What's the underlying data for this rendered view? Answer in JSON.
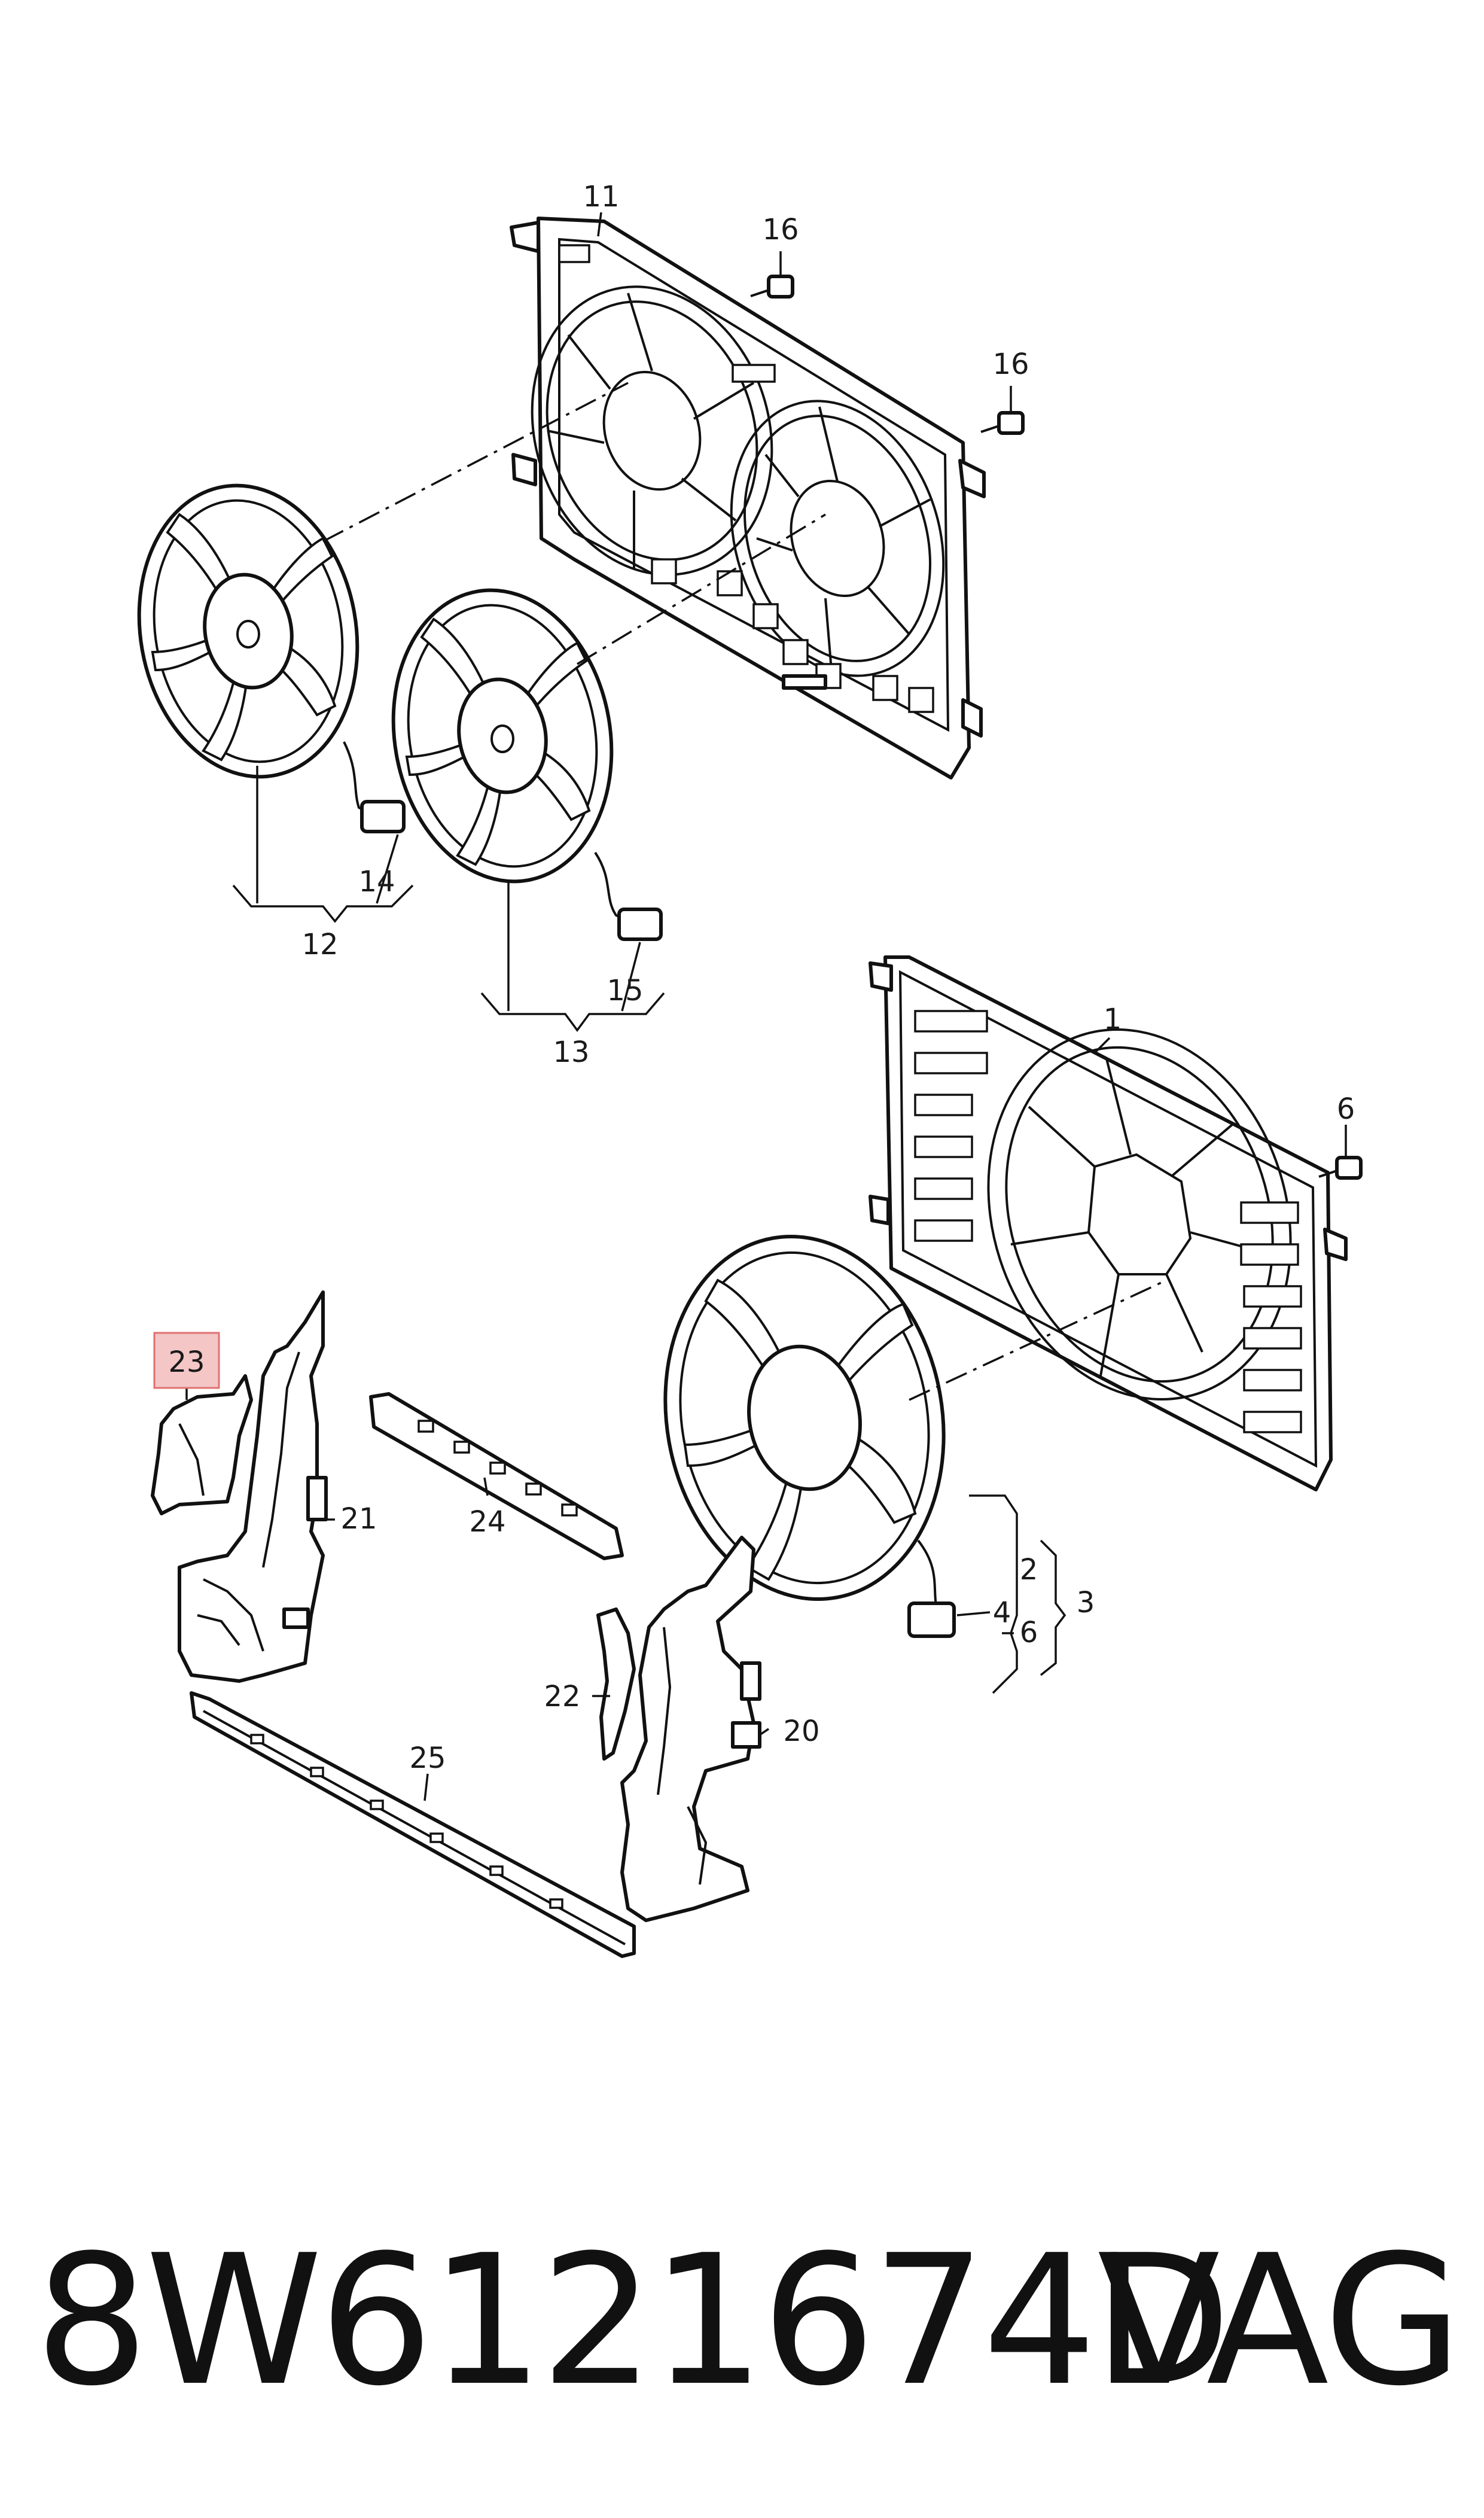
{
  "diagram": {
    "callouts": {
      "c1": "1",
      "c2": "2",
      "c3": "3",
      "c4": "4",
      "c6a": "6",
      "c6b": "6",
      "c11": "11",
      "c12": "12",
      "c13": "13",
      "c14": "14",
      "c15": "15",
      "c16a": "16",
      "c16b": "16",
      "c20": "20",
      "c21": "21",
      "c22": "22",
      "c23": "23",
      "c24": "24",
      "c25": "25"
    },
    "highlight_color": "#f4c6c6",
    "highlight_border": "#e07070"
  },
  "footer": {
    "part_number": "8W6121674D",
    "brand": "VAG"
  }
}
